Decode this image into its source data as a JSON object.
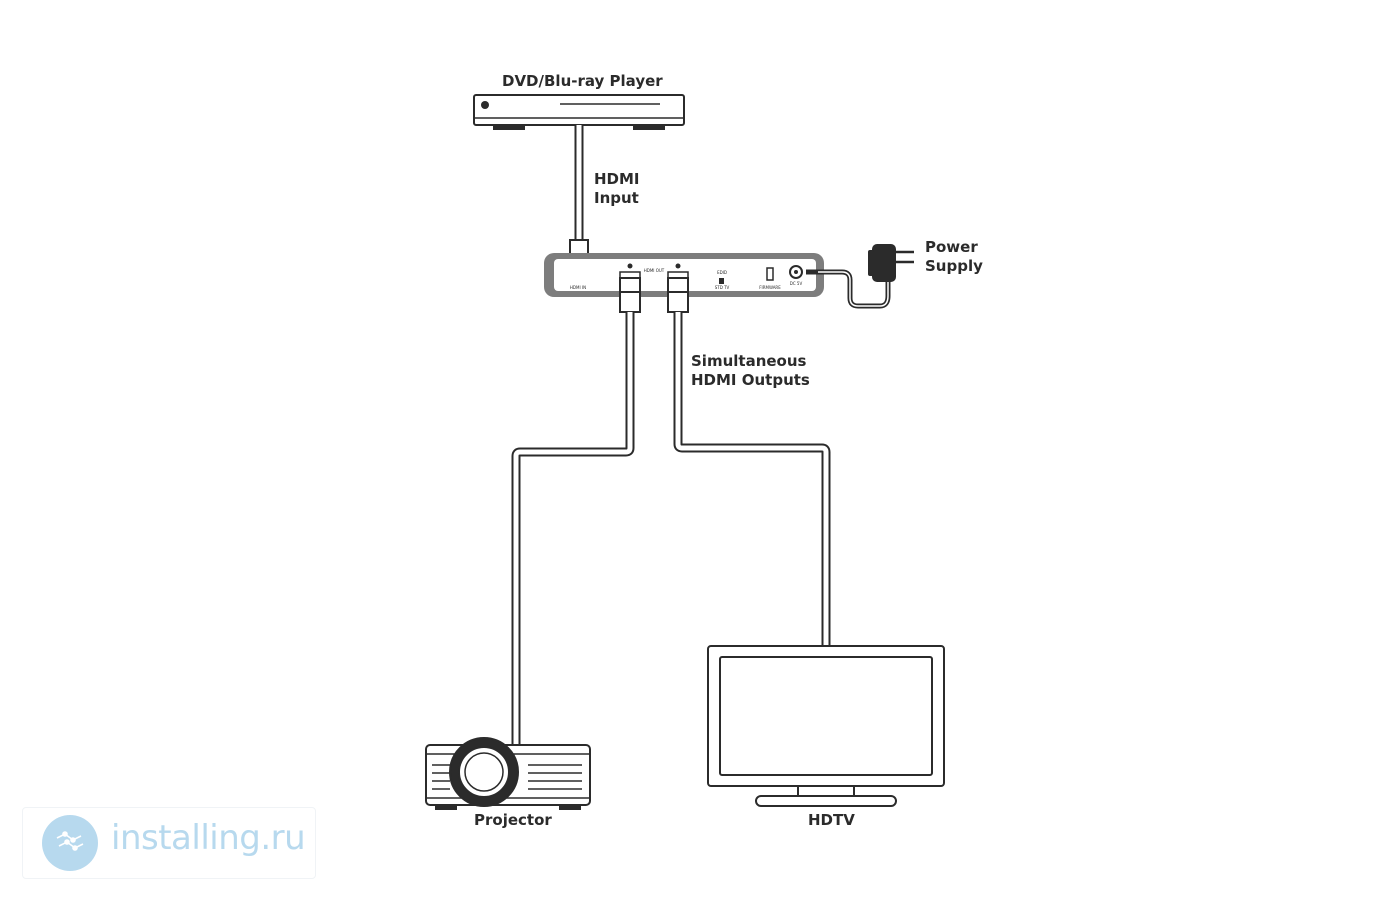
{
  "labels": {
    "player": "DVD/Blu-ray Player",
    "hdmi_input_1": "HDMI",
    "hdmi_input_2": "Input",
    "power_1": "Power",
    "power_2": "Supply",
    "outputs_1": "Simultaneous",
    "outputs_2": "HDMI Outputs",
    "projector": "Projector",
    "hdtv": "HDTV"
  },
  "splitter": {
    "port_hdmi_in": "HDMI IN",
    "port_hdmi_out": "HDMI OUT",
    "port_edid": "EDID",
    "port_edid_sub": "STD TV",
    "port_firmware": "FIRMWARE",
    "port_dc": "DC 5V"
  },
  "watermark": {
    "text": "installing.ru"
  },
  "colors": {
    "line": "#2b2b2b",
    "cable_fill": "#ffffff",
    "splitter_rim": "#7d7d7d",
    "watermark": "#b7d9ee"
  }
}
